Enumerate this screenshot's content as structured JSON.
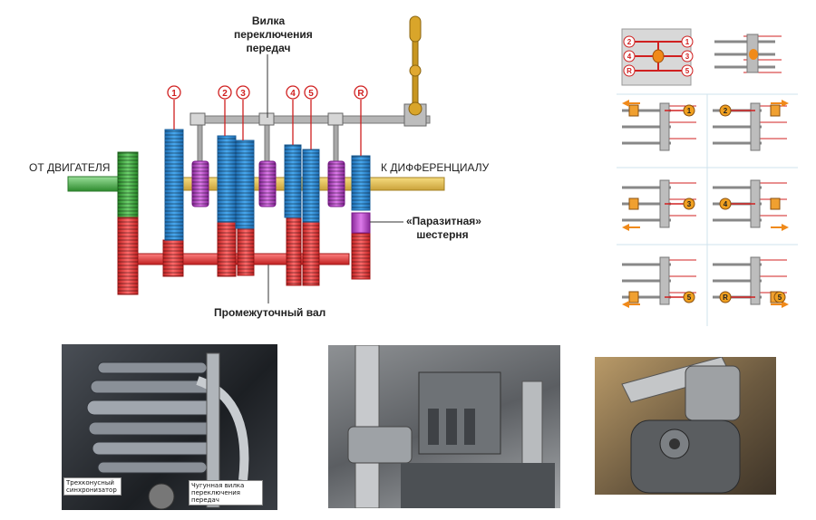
{
  "gearbox": {
    "label_fork": [
      "Вилка",
      "переключения",
      "передач"
    ],
    "label_input": "ОТ ДВИГАТЕЛЯ",
    "label_output": "К ДИФФЕРЕНЦИАЛУ",
    "label_idler": [
      "«Паразитная»",
      "шестерня"
    ],
    "label_countershaft": "Промежуточный вал",
    "gear_numbers": [
      "1",
      "2",
      "3",
      "4",
      "5",
      "R"
    ]
  },
  "shift_patterns": {
    "gate_labels": [
      "2",
      "1",
      "4",
      "3",
      "R",
      "5"
    ],
    "panel_numbers": [
      "1",
      "2",
      "3",
      "4",
      "5",
      "R",
      "5"
    ]
  },
  "photos": {
    "photo1_captions": [
      "Трехконусный синхронизатор",
      "Чугунная вилка переключения передач"
    ]
  },
  "colors": {
    "input_shaft": "#3aa63a",
    "countershaft": "#e03a3a",
    "gears_blue": "#2f8fd8",
    "synchro_purple": "#b040c0",
    "output_shaft": "#e6c04a",
    "lever": "#c89620",
    "rail": "#9a9a9a"
  }
}
